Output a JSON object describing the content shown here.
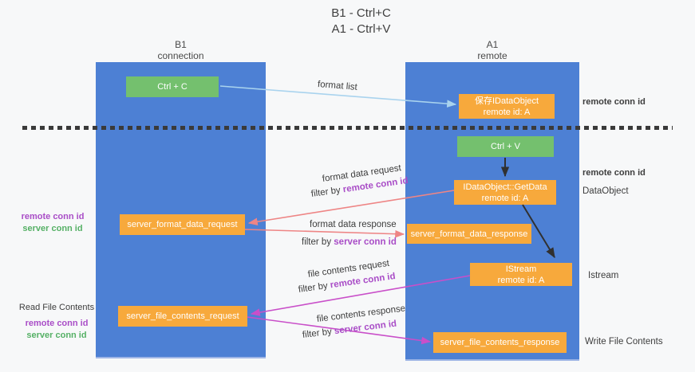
{
  "title": {
    "line1": "B1 - Ctrl+C",
    "line2": "A1 - Ctrl+V"
  },
  "lanes": {
    "left": {
      "title": "B1",
      "subtitle": "connection"
    },
    "right": {
      "title": "A1",
      "subtitle": "remote"
    }
  },
  "boxes": {
    "ctrl_c": {
      "label": "Ctrl + C"
    },
    "ctrl_v": {
      "label": "Ctrl + V"
    },
    "save_dataobject": {
      "line1": "保存IDataObject",
      "line2": "remote id: A"
    },
    "getdata": {
      "line1": "IDataObject::GetData",
      "line2": "remote id: A"
    },
    "istream": {
      "line1": "IStream",
      "line2": "remote id: A"
    },
    "server_format_data_request": {
      "label": "server_format_data_request"
    },
    "server_format_data_response": {
      "label": "server_format_data_response"
    },
    "server_file_contents_request": {
      "label": "server_file_contents_request"
    },
    "server_file_contents_response": {
      "label": "server_file_contents_response"
    }
  },
  "arrows": {
    "format_list": {
      "label": "format list"
    },
    "format_data_request": {
      "label": "format data request",
      "filter_prefix": "filter by",
      "filter_key": "remote conn id"
    },
    "format_data_response": {
      "label": "format data response",
      "filter_prefix": "filter by",
      "filter_key": "server conn id"
    },
    "file_contents_request": {
      "label": "file contents request",
      "filter_prefix": "filter by",
      "filter_key": "remote conn id"
    },
    "file_contents_response": {
      "label": "file contents response",
      "filter_prefix": "filter by",
      "filter_key": "server conn id"
    }
  },
  "margin_labels": {
    "right_top_remote_conn": "remote conn id",
    "right_mid_remote_conn": "remote conn id",
    "dataobject": "DataObject",
    "istream": "Istream",
    "write_file_contents": "Write File Contents",
    "left_mid": {
      "remote": "remote conn id",
      "server": "server conn id"
    },
    "left_bottom": {
      "title": "Read File Contents",
      "remote": "remote conn id",
      "server": "server conn id"
    }
  },
  "colors": {
    "lane_blue": "#4d80d4",
    "box_orange": "#f7a93c",
    "box_green": "#74c06e",
    "arrow_salmon": "#ee8585",
    "arrow_magenta": "#c94fc9",
    "arrow_lightblue": "#a9d3ee",
    "arrow_black": "#303030",
    "text_purple": "#a94dc7",
    "text_green": "#55b065",
    "dashed_line": "#3a3a3a"
  }
}
